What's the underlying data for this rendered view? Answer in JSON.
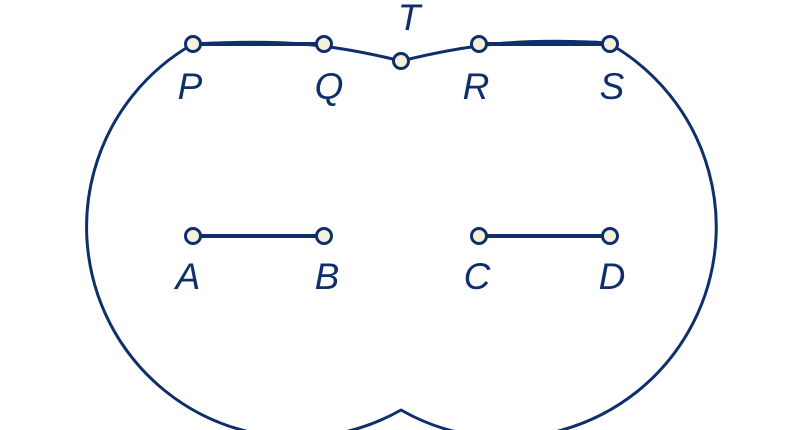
{
  "colors": {
    "stroke": "#0f2f6b",
    "point_fill": "#f4f0dc",
    "background": "#ffffff"
  },
  "points": {
    "P": "P",
    "Q": "Q",
    "T": "T",
    "R": "R",
    "S": "S",
    "A": "A",
    "B": "B",
    "C": "C",
    "D": "D"
  }
}
